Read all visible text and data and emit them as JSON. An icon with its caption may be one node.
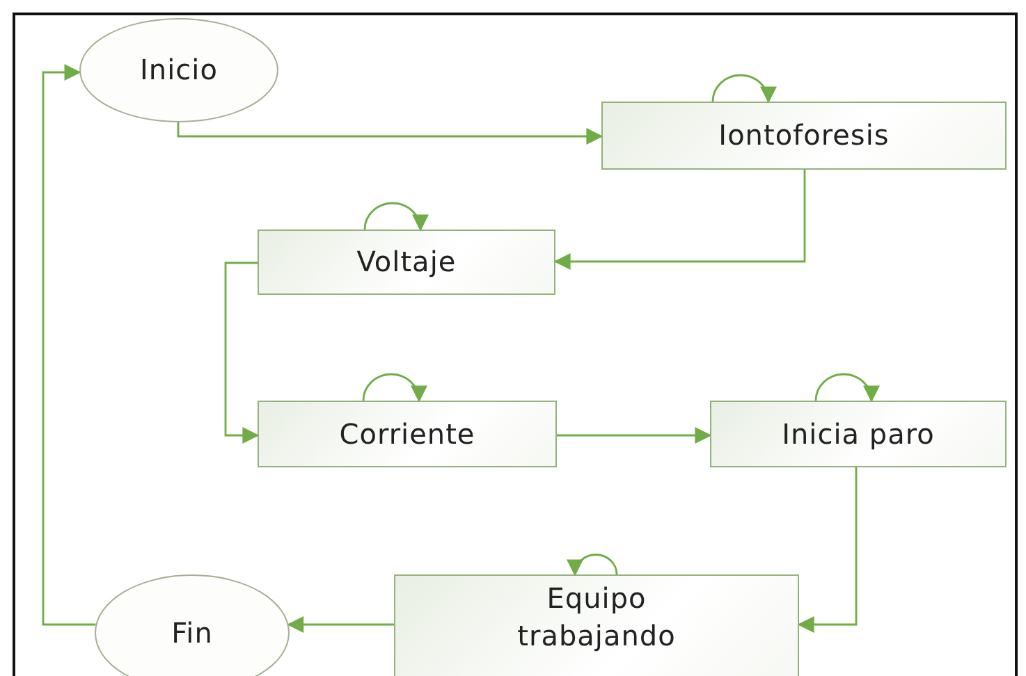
{
  "diagram": {
    "nodes": [
      {
        "text": [
          "Inicio"
        ]
      },
      {
        "text": [
          "Iontoforesis"
        ]
      },
      {
        "text": [
          "Voltaje"
        ]
      },
      {
        "text": [
          "Corriente"
        ]
      },
      {
        "text": [
          "Inicia paro"
        ]
      },
      {
        "text": [
          "Equipo trabajando"
        ]
      },
      {
        "text": [
          "Fin"
        ]
      }
    ],
    "edges": [
      {
        "from": 0,
        "to": 1,
        "arrow": "to"
      },
      {
        "from": 1,
        "to": 1,
        "arrow": "to"
      },
      {
        "from": 1,
        "to": 2,
        "arrow": "to"
      },
      {
        "from": 2,
        "to": 2,
        "arrow": "to"
      },
      {
        "from": 2,
        "to": 3,
        "arrow": "to"
      },
      {
        "from": 3,
        "to": 3,
        "arrow": "to"
      },
      {
        "from": 3,
        "to": 4,
        "arrow": "to"
      },
      {
        "from": 4,
        "to": 4,
        "arrow": "to"
      },
      {
        "from": 4,
        "to": 5,
        "arrow": "to"
      },
      {
        "from": 5,
        "to": 5,
        "arrow": "to"
      },
      {
        "from": 5,
        "to": 6,
        "arrow": "to"
      },
      {
        "from": 6,
        "to": 0,
        "arrow": "to"
      }
    ]
  }
}
